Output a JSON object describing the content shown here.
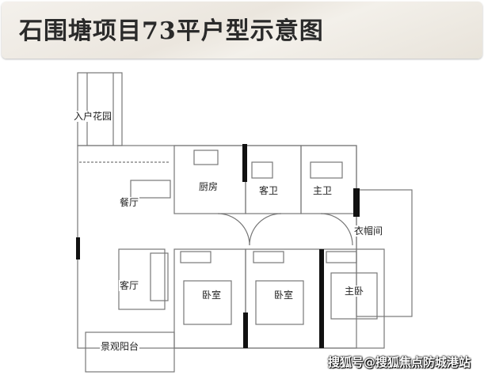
{
  "title": "石围塘项目73平户型示意图",
  "rooms": {
    "entry_garden": "入户花园",
    "dining": "餐厅",
    "kitchen": "厨房",
    "guest_bath": "客卫",
    "master_bath": "主卫",
    "cloakroom": "衣帽间",
    "living": "客厅",
    "bedroom1": "卧室",
    "bedroom2": "卧室",
    "master_bedroom": "主卧",
    "balcony": "景观阳台"
  },
  "watermark": "搜狐号@搜狐焦点防城港站"
}
